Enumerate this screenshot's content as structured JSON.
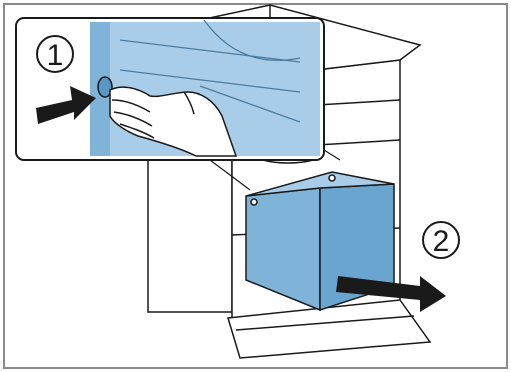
{
  "figure": {
    "steps": [
      {
        "number": "1"
      },
      {
        "number": "2"
      }
    ]
  },
  "colors": {
    "background": "#ffffff",
    "frame": "#8a8a8a",
    "line": "#1a1a1a",
    "accent_blue": "#7fb3d8",
    "blue_dark": "#5b97c4",
    "inset_blue": "#a9cde8"
  },
  "icons": [
    "push-arrow-icon",
    "pull-arrow-icon",
    "hand-illustration",
    "push-button-icon"
  ]
}
